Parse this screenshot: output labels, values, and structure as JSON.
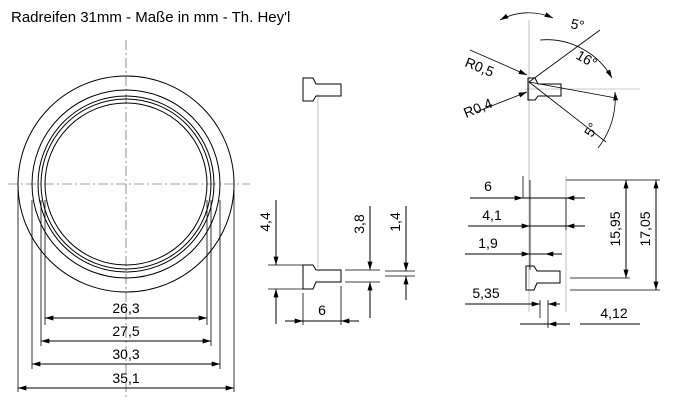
{
  "title": "Radreifen 31mm - Maße in mm - Th. Hey'l",
  "diameters": [
    "26,3",
    "27,5",
    "30,3",
    "35,1"
  ],
  "side_view": {
    "height_label": "4,4",
    "groove_depth_label": "3,8",
    "flange_label": "1,4",
    "width_label": "6"
  },
  "detail_view": {
    "angle_top": "5°",
    "angle_mid": "16°",
    "angle_low": "5°",
    "radius_top": "R0,5",
    "radius_low": "R0,4",
    "width_total": "6",
    "width_a": "4,1",
    "width_b": "1,9",
    "width_c": "5,35",
    "width_d": "4,12",
    "height_a": "15,95",
    "height_b": "17,05"
  }
}
